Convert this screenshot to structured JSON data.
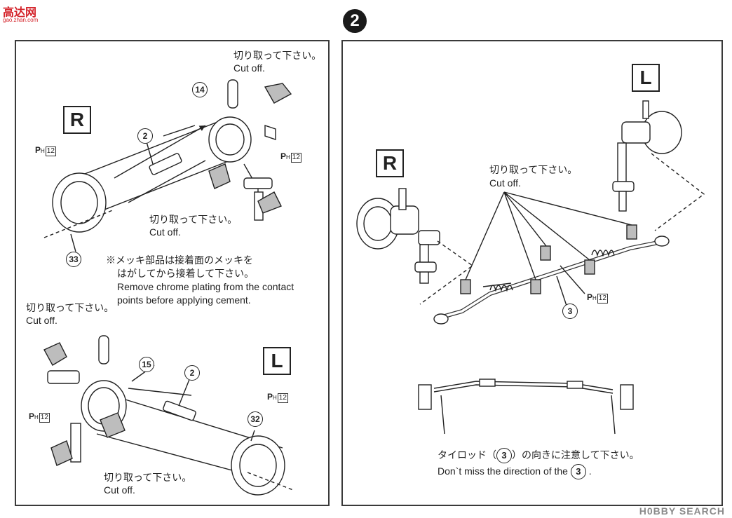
{
  "logo": {
    "text": "高达网",
    "sub": "gao.zhan.com"
  },
  "step2": {
    "number": "2"
  },
  "left": {
    "R": {
      "side": "R",
      "cut_top_jp": "切り取って下さい。",
      "cut_top_en": "Cut off.",
      "part14": "14",
      "part2": "2",
      "part33": "33",
      "cut_mid_jp": "切り取って下さい。",
      "cut_mid_en": "Cut off."
    },
    "note": {
      "jp1": "※メッキ部品は接着面のメッキを",
      "jp2": "はがしてから接着して下さい。",
      "en1": "Remove chrome plating from the contact",
      "en2": "points before applying cement."
    },
    "L": {
      "side": "L",
      "cut_top_jp": "切り取って下さい。",
      "cut_top_en": "Cut off.",
      "part15": "15",
      "part2": "2",
      "part32": "32",
      "cut_bot_jp": "切り取って下さい。",
      "cut_bot_en": "Cut off."
    },
    "ph": {
      "p": "P",
      "h": "H",
      "num": "12"
    }
  },
  "right": {
    "L": "L",
    "R": "R",
    "cut_jp": "切り取って下さい。",
    "cut_en": "Cut off.",
    "part3": "3",
    "ph": {
      "p": "P",
      "h": "H",
      "num": "12"
    },
    "note_jp_pre": "タイロッド（",
    "note_jp_num": "3",
    "note_jp_post": "）の向きに注意して下さい。",
    "note_en_pre": "Don`t miss the direction of the",
    "note_en_num": "3",
    "note_en_post": "."
  },
  "watermark": "H0BBY SEARCH"
}
